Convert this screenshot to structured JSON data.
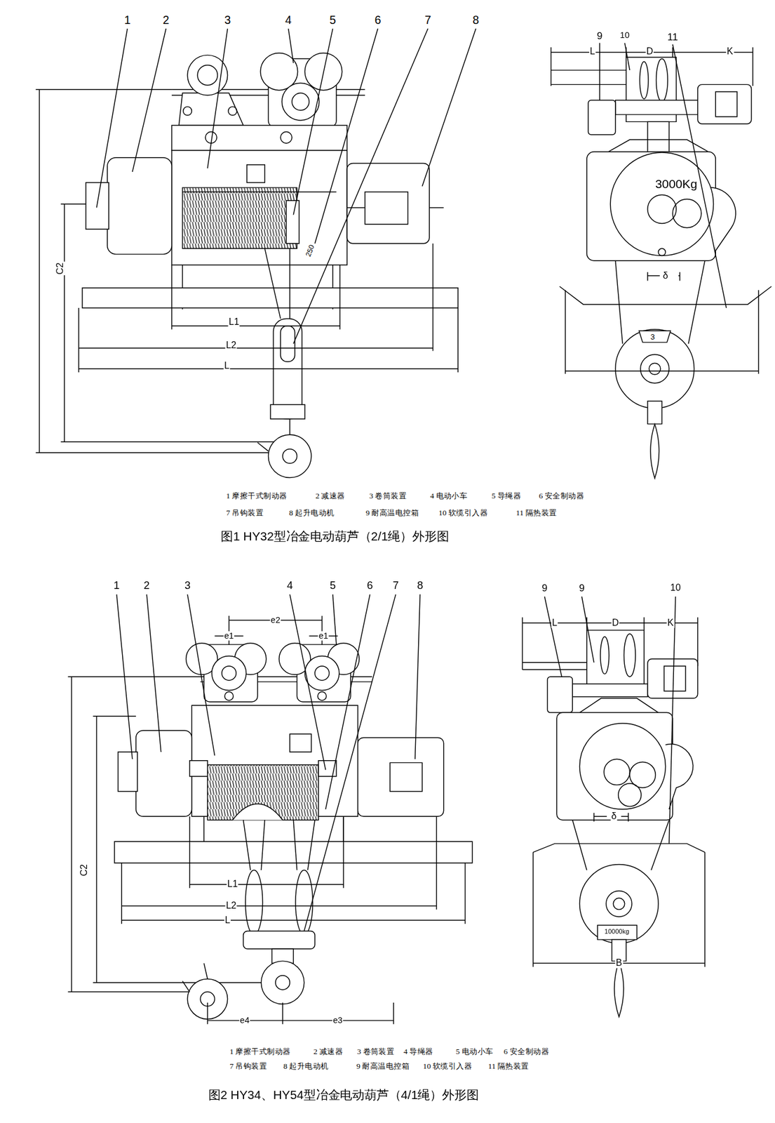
{
  "diagram": {
    "labels": [
      "1",
      "2",
      "3",
      "4",
      "5",
      "6",
      "7",
      "8",
      "9",
      "10",
      "11",
      "L",
      "D",
      "K",
      "3000Kg",
      "250",
      "C2",
      "δ",
      "3",
      "L1",
      "L2",
      "L",
      "1 摩擦干式制动器",
      "2 减速器",
      "3 卷筒装置",
      "4 电动小车",
      "5 导绳器",
      "6 安全制动器",
      "7 吊钩装置",
      "8 起升电动机",
      "9 耐高温电控箱",
      "10 软缆引入器",
      "11 隔热装置",
      "图1 HY32型冶金电动葫芦（2/1绳）外形图",
      "1",
      "2",
      "3",
      "4",
      "5",
      "6",
      "7",
      "8",
      "9",
      "9",
      "10",
      "e2",
      "e1",
      "e1",
      "L",
      "D",
      "K",
      "C2",
      "δ",
      "L1",
      "L2",
      "L",
      "B",
      "10000kg",
      "e4",
      "e3",
      "1 摩擦干式制动器",
      "2 减速器",
      "3 卷筒装置",
      "4 导绳器",
      "5 电动小车",
      "6 安全制动器",
      "7 吊钩装置",
      "8 起升电动机",
      "9 耐高温电控箱",
      "10 软缆引入器",
      "11 隔热装置",
      "图2 HY34、HY54型冶金电动葫芦（4/1绳）外形图"
    ]
  }
}
